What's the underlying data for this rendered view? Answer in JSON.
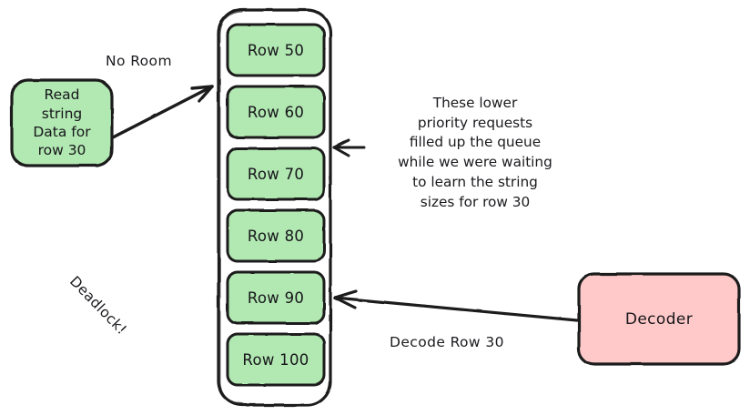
{
  "diagram": {
    "title": "Deadlock request queue diagram",
    "colors": {
      "queue_item_fill": "#b2e8b2",
      "queue_item_stroke": "#1f1f1f",
      "queue_container_stroke": "#1f1f1f",
      "queue_container_fill": "#ffffff",
      "decoder_fill": "#ffc9c9",
      "decoder_stroke": "#1f1f1f",
      "request_fill": "#b2e8b2",
      "request_stroke": "#1f1f1f",
      "text": "#16161a",
      "arrow": "#1f1f1f",
      "background": "#ffffff"
    },
    "request_node": {
      "name": "read-string-data-request",
      "lines": [
        "Read",
        "string",
        "Data for",
        "row 30"
      ]
    },
    "queue": {
      "name": "request-queue",
      "items": [
        {
          "label": "Row 50"
        },
        {
          "label": "Row 60"
        },
        {
          "label": "Row 70"
        },
        {
          "label": "Row 80"
        },
        {
          "label": "Row 90"
        },
        {
          "label": "Row 100"
        }
      ]
    },
    "decoder_node": {
      "name": "decoder",
      "label": "Decoder"
    },
    "edges": [
      {
        "name": "no-room-edge",
        "label": "No Room"
      },
      {
        "name": "decode-row-edge",
        "label": "Decode Row 30"
      }
    ],
    "annotations": [
      {
        "name": "deadlock-annotation",
        "label": "Deadlock!"
      },
      {
        "name": "queue-filled-annotation",
        "lines": [
          "These lower",
          "priority requests",
          "filled up the queue",
          "while we were waiting",
          "to learn the string",
          "sizes for row 30"
        ]
      }
    ]
  }
}
